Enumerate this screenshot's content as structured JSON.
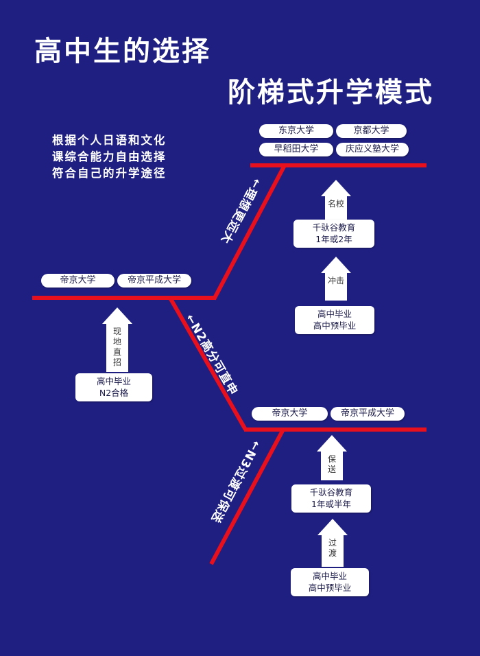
{
  "title": {
    "line1": "高中生的选择",
    "line2": "阶梯式升学模式"
  },
  "intro": {
    "line1": "根据个人日语和文化",
    "line2": "课综合能力自由选择",
    "line3": "符合自己的升学途径"
  },
  "colors": {
    "background": "#1f1f82",
    "path_line": "#e8101c",
    "box": "#ffffff"
  },
  "top_tier": {
    "universities": [
      "东京大学",
      "京都大学",
      "早稻田大学",
      "庆应义塾大学"
    ],
    "arrow_upper": "名校",
    "school_box": {
      "line1": "千驮谷教育",
      "line2": "1年或2年"
    },
    "arrow_lower": "冲击",
    "start_box": {
      "line1": "高中毕业",
      "line2": "高中预毕业"
    }
  },
  "left_tier": {
    "universities": [
      "帝京大学",
      "帝京平成大学"
    ],
    "arrow": "现地直招",
    "start_box": {
      "line1": "高中毕业",
      "line2": "N2合格"
    }
  },
  "bottom_tier": {
    "universities": [
      "帝京大学",
      "帝京平成大学"
    ],
    "arrow_upper": "保送",
    "school_box": {
      "line1": "千驮谷教育",
      "line2": "1年或半年"
    },
    "arrow_lower": "过渡",
    "start_box": {
      "line1": "高中毕业",
      "line2": "高中预毕业"
    }
  },
  "diagonal_labels": {
    "upper": "←理想更远大",
    "middle": "←N2高分可直申",
    "lower": "←N3过渡可保送"
  }
}
